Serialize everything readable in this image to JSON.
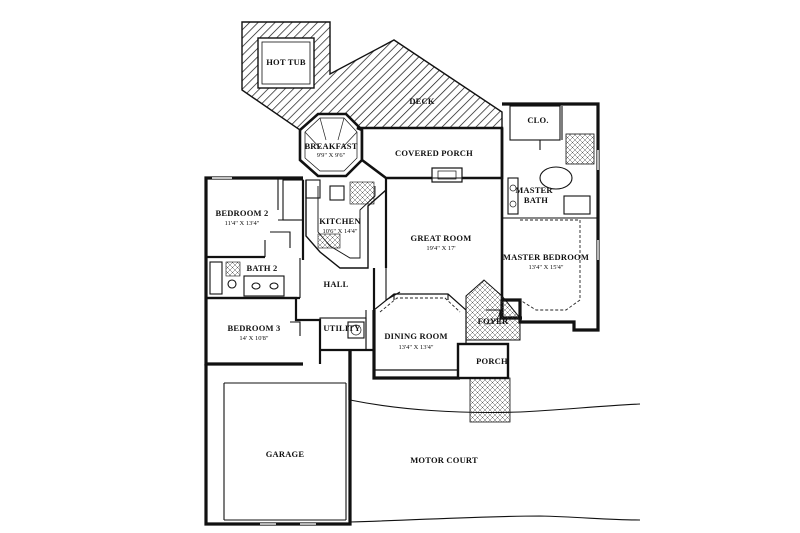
{
  "rooms": {
    "hot_tub": {
      "name": "HOT TUB"
    },
    "deck": {
      "name": "DECK"
    },
    "closet": {
      "name": "CLO."
    },
    "breakfast": {
      "name": "BREAKFAST",
      "dim": "9'9\" X 9'6\""
    },
    "covered_porch": {
      "name": "COVERED PORCH"
    },
    "master_bath": {
      "name1": "MASTER",
      "name2": "BATH"
    },
    "bedroom2": {
      "name": "BEDROOM 2",
      "dim": "11'4\" X 13'4\""
    },
    "kitchen": {
      "name": "KITCHEN",
      "dim": "10'6\" X 14'4\""
    },
    "great_room": {
      "name": "GREAT ROOM",
      "dim": "19'4\" X 17'"
    },
    "master_bedroom": {
      "name": "MASTER BEDROOM",
      "dim": "13'4\" X 15'4\""
    },
    "bath2": {
      "name": "BATH 2"
    },
    "hall": {
      "name": "HALL"
    },
    "bedroom3": {
      "name": "BEDROOM 3",
      "dim": "14' X 10'8\""
    },
    "utility": {
      "name": "UTILITY"
    },
    "dining_room": {
      "name": "DINING ROOM",
      "dim": "13'4\" X 13'4\""
    },
    "foyer": {
      "name": "FOYER"
    },
    "porch": {
      "name": "PORCH"
    },
    "garage": {
      "name": "GARAGE"
    },
    "motor_court": {
      "name": "MOTOR COURT"
    }
  },
  "colors": {
    "ink": "#111111",
    "paper": "#ffffff"
  }
}
